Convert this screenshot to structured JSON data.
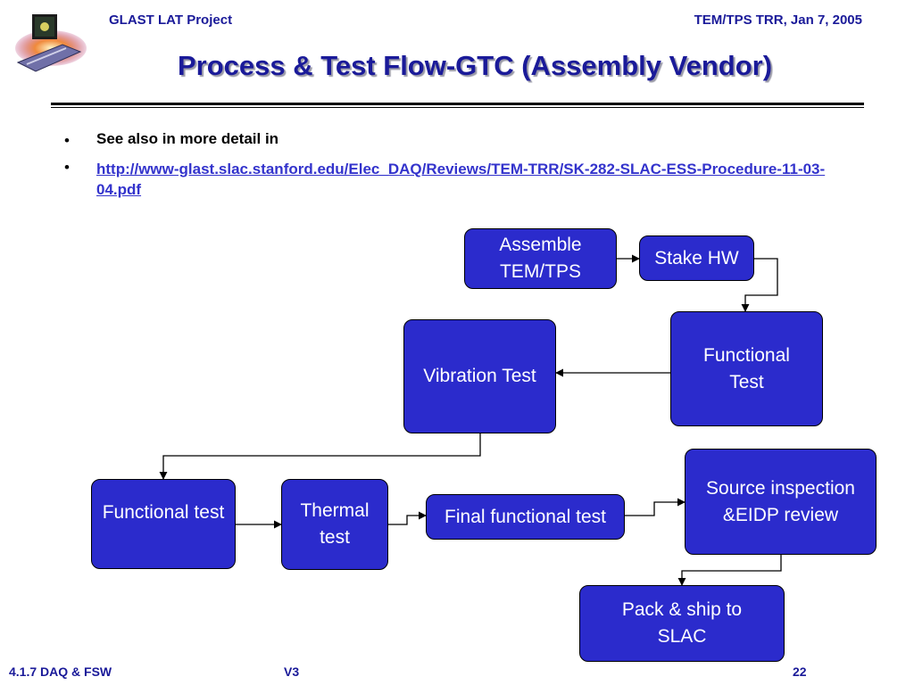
{
  "header": {
    "project": "GLAST LAT Project",
    "event": "TEM/TPS TRR, Jan 7, 2005"
  },
  "title": "Process & Test Flow-GTC (Assembly Vendor)",
  "bullets": [
    {
      "marker": "•",
      "text": "See also in more detail in"
    },
    {
      "marker": "•",
      "text": "http://www-glast.slac.stanford.edu/Elec_DAQ/Reviews/TEM-TRR/SK-282-SLAC-ESS-Procedure-11-03-04.pdf"
    }
  ],
  "flow": {
    "assemble": "Assemble TEM/TPS",
    "stake": "Stake HW",
    "functional": "Functional Test",
    "vibration": "Vibration Test",
    "functional2": "Functional test",
    "thermal": "Thermal test",
    "final": "Final functional test",
    "source": "Source inspection &EIDP review",
    "pack": "Pack & ship to SLAC"
  },
  "footer": {
    "section": "4.1.7 DAQ & FSW",
    "version": "V3",
    "page": "22"
  },
  "colors": {
    "header_text": "#1a1a99",
    "box_fill": "#2b2bcc",
    "link": "#3333cc"
  }
}
